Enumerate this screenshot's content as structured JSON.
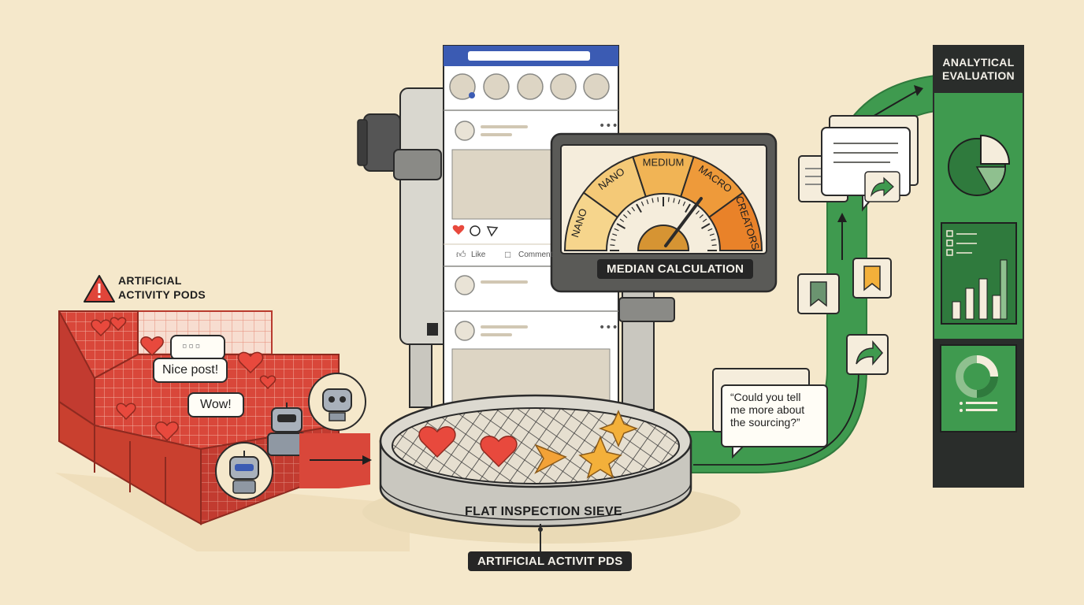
{
  "labels": {
    "artificial_pods_line1": "ARTIFICIAL",
    "artificial_pods_line2": "ACTIVITY PODS",
    "median_calculation": "MEDIAN CALCULATION",
    "sieve": "FLAT INSPECTION SIEVE",
    "bottom_pill": "ARTIFICIAL ACTIVIT PDS",
    "analytical_line1": "ANALYTICAL",
    "analytical_line2": "EVALUATION"
  },
  "gauge": {
    "segments": [
      "NANO",
      "NANO",
      "MEDIUM",
      "MACRO",
      "CREATORS"
    ],
    "colors": [
      "#f6d58c",
      "#f4c977",
      "#f1b455",
      "#ee9a3a",
      "#e98229"
    ]
  },
  "feed": {
    "like": "Like",
    "comment": "Comment"
  },
  "bubbles": {
    "nice_post": "Nice post!",
    "wow": "Wow!",
    "question": "“Could you tell me more about the sourcing?”"
  },
  "colors": {
    "background": "#f5e8cb",
    "red": "#d9473a",
    "green": "#3f9a4f",
    "dark_panel": "#2a2d2b",
    "facebook_blue": "#3b5bb3"
  },
  "icons": [
    "warning-icon",
    "heart-icon",
    "robot-icon",
    "bookmark-icon",
    "share-icon",
    "pie-chart-icon",
    "bar-chart-icon",
    "donut-chart-icon",
    "checklist-icon",
    "star-icon",
    "paper-plane-icon"
  ]
}
